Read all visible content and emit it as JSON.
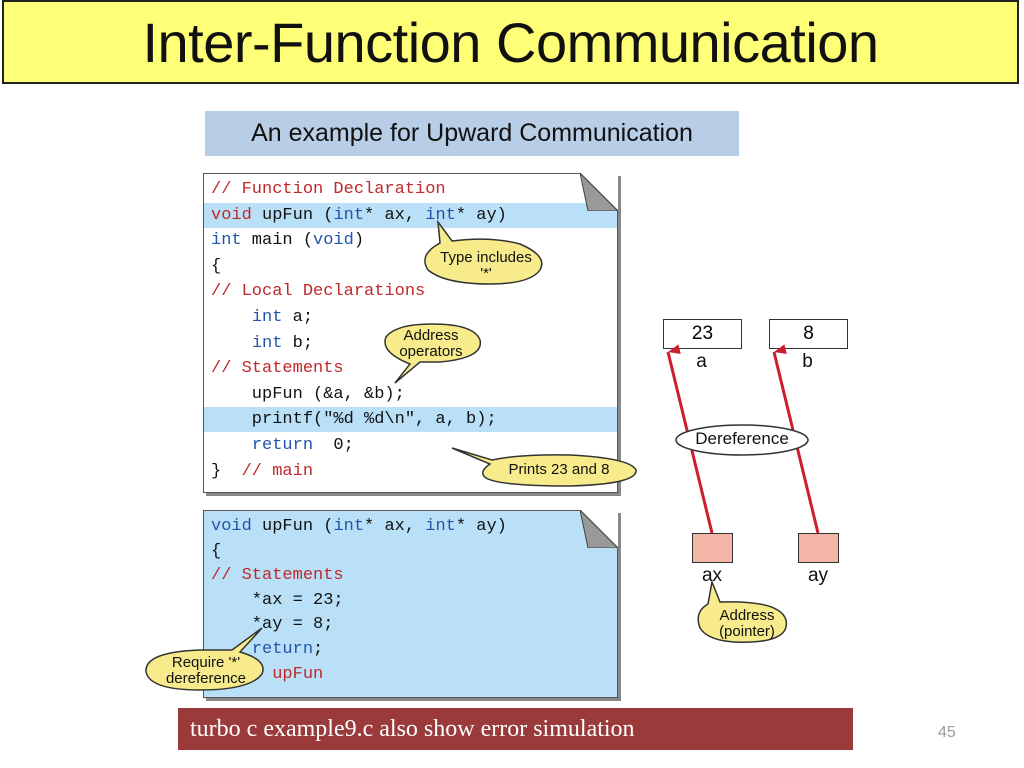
{
  "title": "Inter-Function Communication",
  "subtitle": "An example for Upward Communication",
  "colors": {
    "title_bg": "#ffff77",
    "subtitle_bg": "#b8cde6",
    "code_highlight": "#b9e0f7",
    "code_red": "#c0282a",
    "code_blue": "#2255aa",
    "bubble": "#f7eb8c",
    "pointer_box": "#f3b6a6",
    "arrow": "#cc1f2d",
    "footer_bg": "#9a3a3a"
  },
  "main_code": [
    {
      "segments": [
        {
          "t": "// Function Declaration",
          "c": "red"
        }
      ],
      "highlight": false
    },
    {
      "segments": [
        {
          "t": "void",
          "c": "red"
        },
        {
          "t": " upFun (",
          "c": "black"
        },
        {
          "t": "int",
          "c": "blue"
        },
        {
          "t": "* ax, ",
          "c": "black"
        },
        {
          "t": "int",
          "c": "blue"
        },
        {
          "t": "* ay)",
          "c": "black"
        }
      ],
      "highlight": true
    },
    {
      "segments": [
        {
          "t": "int",
          "c": "blue"
        },
        {
          "t": " main (",
          "c": "black"
        },
        {
          "t": "void",
          "c": "blue"
        },
        {
          "t": ")",
          "c": "black"
        }
      ],
      "highlight": false
    },
    {
      "segments": [
        {
          "t": "{",
          "c": "black"
        }
      ],
      "highlight": false
    },
    {
      "segments": [
        {
          "t": "// Local Declarations",
          "c": "red"
        }
      ],
      "highlight": false
    },
    {
      "segments": [
        {
          "t": "    ",
          "c": "black"
        },
        {
          "t": "int",
          "c": "blue"
        },
        {
          "t": " a;",
          "c": "black"
        }
      ],
      "highlight": false
    },
    {
      "segments": [
        {
          "t": "    ",
          "c": "black"
        },
        {
          "t": "int",
          "c": "blue"
        },
        {
          "t": " b;",
          "c": "black"
        }
      ],
      "highlight": false
    },
    {
      "segments": [
        {
          "t": "// Statements",
          "c": "red"
        }
      ],
      "highlight": false
    },
    {
      "segments": [
        {
          "t": "    upFun (&a, &b);",
          "c": "black"
        }
      ],
      "highlight": false
    },
    {
      "segments": [
        {
          "t": "    printf(\"%d %d\\n\", a, b);",
          "c": "black"
        }
      ],
      "highlight": true
    },
    {
      "segments": [
        {
          "t": "    ",
          "c": "black"
        },
        {
          "t": "return",
          "c": "blue"
        },
        {
          "t": "  0;",
          "c": "black"
        }
      ],
      "highlight": false
    },
    {
      "segments": [
        {
          "t": "}  ",
          "c": "black"
        },
        {
          "t": "// main",
          "c": "red"
        }
      ],
      "highlight": false
    }
  ],
  "fun_code": [
    {
      "segments": [
        {
          "t": "void",
          "c": "blue"
        },
        {
          "t": " upFun (",
          "c": "black"
        },
        {
          "t": "int",
          "c": "blue"
        },
        {
          "t": "* ax, ",
          "c": "black"
        },
        {
          "t": "int",
          "c": "blue"
        },
        {
          "t": "* ay)",
          "c": "black"
        }
      ]
    },
    {
      "segments": [
        {
          "t": "{",
          "c": "black"
        }
      ]
    },
    {
      "segments": [
        {
          "t": "// Statements",
          "c": "red"
        }
      ]
    },
    {
      "segments": [
        {
          "t": "    *ax = 23;",
          "c": "black"
        }
      ]
    },
    {
      "segments": [
        {
          "t": "    *ay = 8;",
          "c": "black"
        }
      ]
    },
    {
      "segments": [
        {
          "t": "    ",
          "c": "black"
        },
        {
          "t": "return",
          "c": "blue"
        },
        {
          "t": ";",
          "c": "black"
        }
      ]
    },
    {
      "segments": [
        {
          "t": "}  ",
          "c": "black"
        },
        {
          "t": "// upFun",
          "c": "red"
        }
      ]
    }
  ],
  "bubbles": {
    "type_includes": [
      "Type includes",
      "'*'"
    ],
    "address_operators": [
      "Address",
      "operators"
    ],
    "prints": [
      "Prints 23 and 8"
    ],
    "require": [
      "Require '*'",
      "dereference"
    ],
    "address_pointer": [
      "Address",
      "(pointer)"
    ],
    "dereference": [
      "Dereference"
    ]
  },
  "memory": {
    "a": {
      "value": "23",
      "label": "a"
    },
    "b": {
      "value": "8",
      "label": "b"
    },
    "ax": {
      "label": "ax"
    },
    "ay": {
      "label": "ay"
    }
  },
  "footer": "turbo c example9.c also show error simulation",
  "page_number": "45"
}
